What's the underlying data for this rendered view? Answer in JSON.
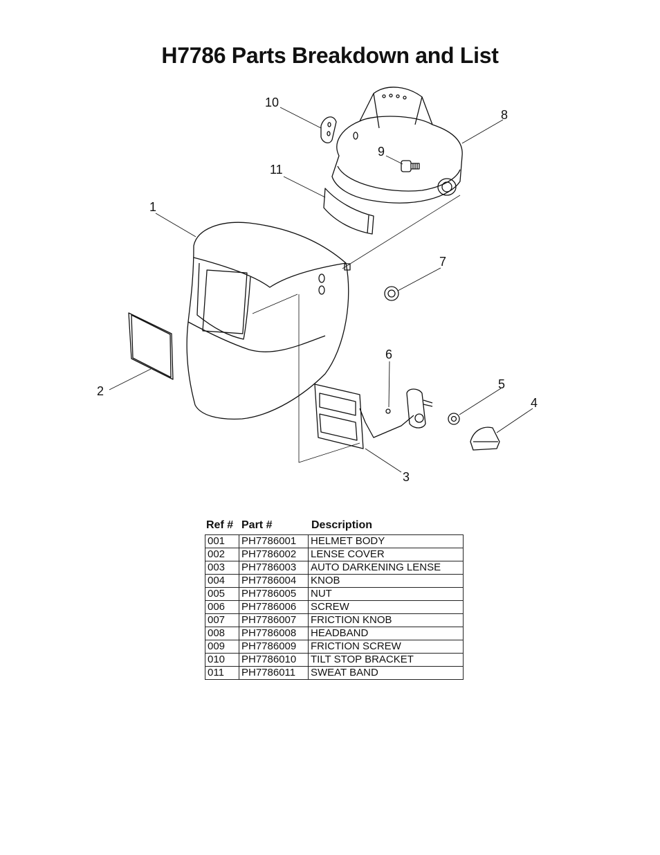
{
  "page": {
    "title": "H7786 Parts Breakdown and List"
  },
  "diagram": {
    "callouts": [
      "1",
      "2",
      "3",
      "4",
      "5",
      "6",
      "7",
      "8",
      "9",
      "10",
      "11"
    ]
  },
  "table": {
    "headers": [
      "Ref #",
      "Part #",
      "Description"
    ],
    "rows": [
      [
        "001",
        "PH7786001",
        "HELMET BODY"
      ],
      [
        "002",
        "PH7786002",
        "LENSE COVER"
      ],
      [
        "003",
        "PH7786003",
        "AUTO DARKENING LENSE"
      ],
      [
        "004",
        "PH7786004",
        "KNOB"
      ],
      [
        "005",
        "PH7786005",
        "NUT"
      ],
      [
        "006",
        "PH7786006",
        "SCREW"
      ],
      [
        "007",
        "PH7786007",
        "FRICTION KNOB"
      ],
      [
        "008",
        "PH7786008",
        "HEADBAND"
      ],
      [
        "009",
        "PH7786009",
        "FRICTION SCREW"
      ],
      [
        "010",
        "PH7786010",
        "TILT STOP BRACKET"
      ],
      [
        "011",
        "PH7786011",
        "SWEAT BAND"
      ]
    ]
  }
}
